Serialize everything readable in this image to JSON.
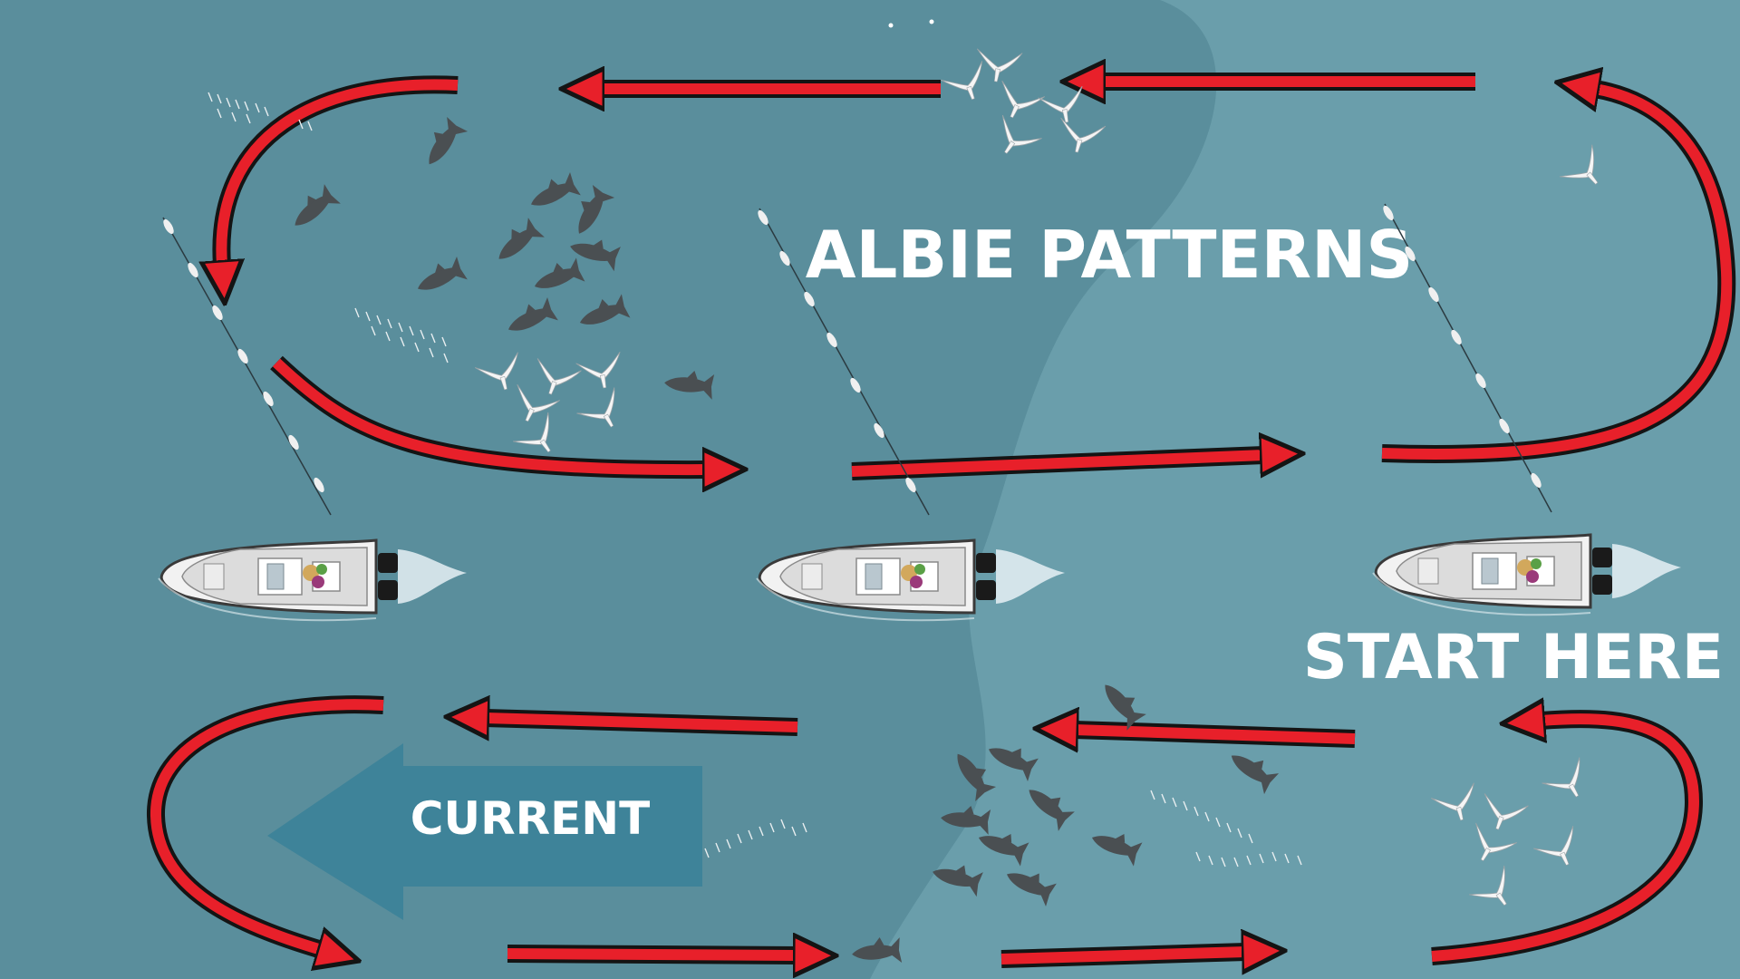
{
  "diagram": {
    "title": "ALBIE PATTERNS",
    "start_label": "START HERE",
    "current_label": "CURRENT"
  },
  "colors": {
    "water_deep": "#5a8e9c",
    "water_shallow": "#6a9eab",
    "arrow_red": "#e8202a",
    "arrow_outline": "#141414",
    "current_arrow": "#3e8399",
    "boat_hull": "#f2f2f2",
    "fish": "#4a4f52",
    "bird": "#f5f5f5",
    "text": "#ffffff"
  },
  "icons": {
    "boat": "boat-icon",
    "fish": "fish-icon",
    "bird": "bird-icon",
    "lure": "lure-icon"
  }
}
